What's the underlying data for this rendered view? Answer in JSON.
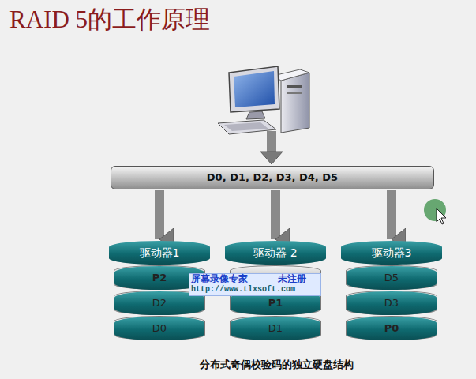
{
  "diagram": {
    "title": "RAID 5的工作原理",
    "caption": "分布式奇偶校验码的独立硬盘结构",
    "nodes": [
      {
        "text": [
          "D0, D1, D2, D3, D4, D5"
        ]
      },
      {
        "text": [
          "驱动器1"
        ]
      },
      {
        "text": [
          "P2"
        ],
        "in": 1
      },
      {
        "text": [
          "D2"
        ],
        "in": 1
      },
      {
        "text": [
          "D0"
        ],
        "in": 1
      },
      {
        "text": [
          "驱动器 2"
        ]
      },
      {
        "text": [
          "P1"
        ],
        "in": 5
      },
      {
        "text": [
          "D1"
        ],
        "in": 5
      },
      {
        "text": [
          "驱动器3"
        ]
      },
      {
        "text": [
          "D5"
        ],
        "in": 8
      },
      {
        "text": [
          "D3"
        ],
        "in": 8
      },
      {
        "text": [
          "P0"
        ],
        "in": 8
      }
    ],
    "edges": [
      {
        "from": 0,
        "to": 1,
        "arrow": "to"
      },
      {
        "from": 0,
        "to": 5,
        "arrow": "to"
      },
      {
        "from": 0,
        "to": 8,
        "arrow": "to"
      }
    ],
    "labels": [
      "屏幕录像专家",
      "未注册",
      "http://www.tlxsoft.com"
    ]
  }
}
